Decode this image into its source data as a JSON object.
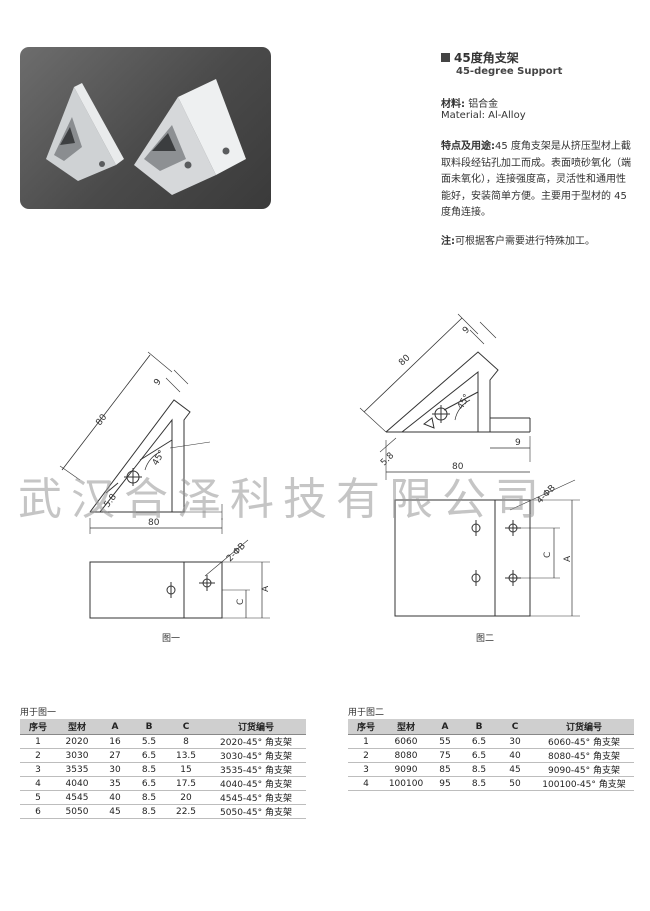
{
  "product": {
    "title_zh": "45度角支架",
    "title_en": "45-degree Support",
    "material_label": "材料:",
    "material_value": "铝合金",
    "material_en": "Material: Al-Alloy",
    "features_label": "特点及用途:",
    "features_text": "45 度角支架是从挤压型材上截取料段经钻孔加工而成。表面喷砂氧化（端面未氧化），连接强度高，灵活性和通用性能好，安装简单方便。主要用于型材的 45 度角连接。",
    "note_label": "注:",
    "note_text": "可根据客户需要进行特殊加工。"
  },
  "figures": {
    "fig1_caption": "图一",
    "fig2_caption": "图二",
    "dims": {
      "d80": "80",
      "d9": "9",
      "d58": "5.8",
      "d45": "45°",
      "hole": "2-ΦB",
      "hole2": "4-ΦB",
      "c": "C",
      "a": "A"
    }
  },
  "watermark": "武汉合泽科技有限公司",
  "table1": {
    "label": "用于图一",
    "headers": [
      "序号",
      "型材",
      "A",
      "B",
      "C",
      "订货编号"
    ],
    "rows": [
      [
        "1",
        "2020",
        "16",
        "5.5",
        "8",
        "2020-45° 角支架"
      ],
      [
        "2",
        "3030",
        "27",
        "6.5",
        "13.5",
        "3030-45° 角支架"
      ],
      [
        "3",
        "3535",
        "30",
        "8.5",
        "15",
        "3535-45° 角支架"
      ],
      [
        "4",
        "4040",
        "35",
        "6.5",
        "17.5",
        "4040-45° 角支架"
      ],
      [
        "5",
        "4545",
        "40",
        "8.5",
        "20",
        "4545-45° 角支架"
      ],
      [
        "6",
        "5050",
        "45",
        "8.5",
        "22.5",
        "5050-45° 角支架"
      ]
    ]
  },
  "table2": {
    "label": "用于图二",
    "headers": [
      "序号",
      "型材",
      "A",
      "B",
      "C",
      "订货编号"
    ],
    "rows": [
      [
        "1",
        "6060",
        "55",
        "6.5",
        "30",
        "6060-45° 角支架"
      ],
      [
        "2",
        "8080",
        "75",
        "6.5",
        "40",
        "8080-45° 角支架"
      ],
      [
        "3",
        "9090",
        "85",
        "8.5",
        "45",
        "9090-45° 角支架"
      ],
      [
        "4",
        "100100",
        "95",
        "8.5",
        "50",
        "100100-45° 角支架"
      ]
    ]
  },
  "colors": {
    "photo_bg": "#4a4a4a",
    "line": "#333333",
    "table_header": "#cfcfcf"
  }
}
